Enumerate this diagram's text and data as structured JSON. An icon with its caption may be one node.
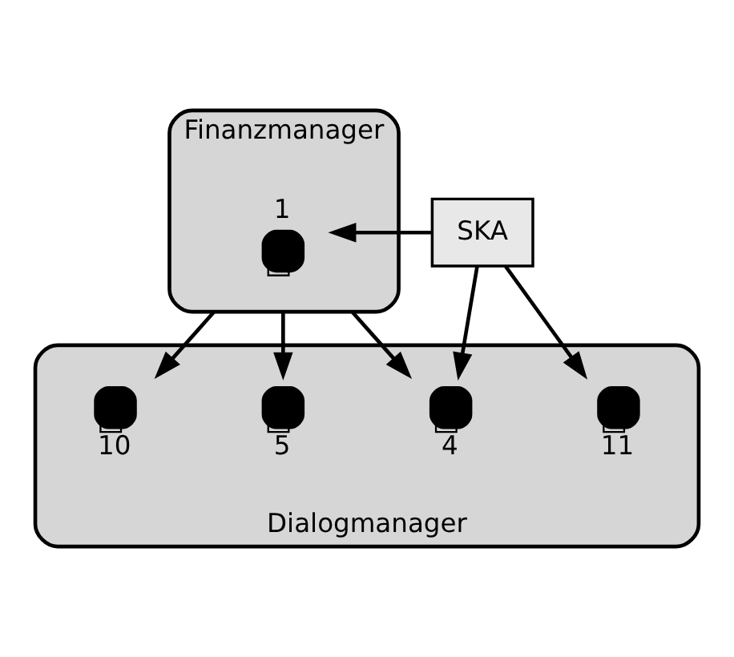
{
  "diagram": {
    "nodes": [
      {
        "text": [
          "Finanzmanager"
        ]
      },
      {
        "text": [],
        "shape": "circle",
        "beside": [
          "1"
        ],
        "in": 0
      },
      {
        "text": [
          "SKA"
        ]
      },
      {
        "text": [
          "Dialogmanager"
        ]
      },
      {
        "text": [],
        "shape": "circle",
        "beside": [
          "11"
        ],
        "in": 3
      },
      {
        "text": [],
        "shape": "circle",
        "beside": [
          "4"
        ],
        "in": 3
      },
      {
        "text": [],
        "shape": "circle",
        "beside": [
          "5"
        ],
        "in": 3
      },
      {
        "text": [],
        "shape": "circle",
        "beside": [
          "10"
        ],
        "in": 3
      }
    ],
    "edges": [
      {
        "from": 2,
        "to": 1,
        "arrow": "to"
      },
      {
        "from": 2,
        "to": 4,
        "arrow": "to"
      },
      {
        "from": 2,
        "to": 5,
        "arrow": "to"
      },
      {
        "from": 0,
        "to": 5,
        "arrow": "to"
      },
      {
        "from": 0,
        "to": 6,
        "arrow": "to"
      },
      {
        "from": 0,
        "to": 7,
        "arrow": "to"
      }
    ]
  }
}
